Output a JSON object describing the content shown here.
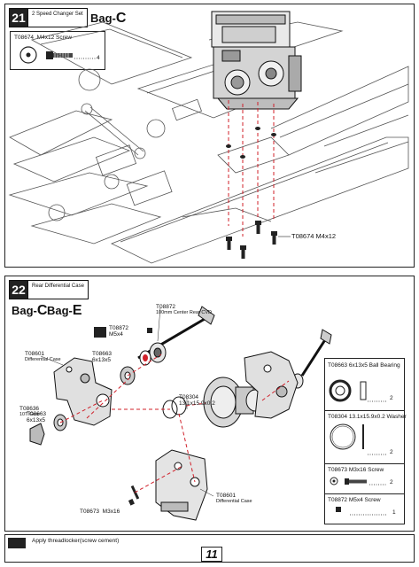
{
  "step21": {
    "number": "21",
    "title": "2 Speed Changer Set",
    "bag_prefix": "Bag-",
    "bag_letter": "C",
    "screw_box": {
      "part": "T08674",
      "desc": "M4x12 Screw",
      "qty": "4"
    },
    "callout": "T08674 M4x12"
  },
  "step22": {
    "number": "22",
    "title": "Rear Differential Case",
    "bags": [
      {
        "prefix": "Bag-",
        "letter": "C"
      },
      {
        "prefix": "Bag-",
        "letter": "E"
      }
    ],
    "callouts": {
      "cvd_part": "T08872",
      "cvd_desc": "100mm Center Rear CVD",
      "screw_part": "T08872",
      "screw_desc": "M5x4",
      "case_left_part": "T08601",
      "case_left_desc": "Differential Case",
      "bearing_top_part": "T08663",
      "bearing_top_desc": "6x13x5",
      "bearing_left_part": "T08663",
      "bearing_left_desc": "6x13x5",
      "gear_part": "T08636",
      "gear_desc": "10T Gear",
      "washer_part": "T08304",
      "washer_desc": "13.1x15.9x0.2",
      "case_bottom_part": "T08601",
      "case_bottom_desc": "Differential Case",
      "m3_part": "T08673",
      "m3_desc": "M3x16"
    },
    "legend": [
      {
        "title": "T08663  6x13x5 Ball Bearing",
        "qty": "2"
      },
      {
        "title": "T08304  13.1x15.9x0.2 Washer",
        "qty": "2"
      },
      {
        "title": "T08673  M3x16 Screw",
        "qty": "2"
      },
      {
        "title": "T08872  M5x4 Screw",
        "qty": "1"
      }
    ]
  },
  "footer": {
    "note": "Apply threadlocker(screw cement)",
    "page": "11"
  },
  "colors": {
    "ink": "#222222",
    "guide": "#d0202a"
  }
}
